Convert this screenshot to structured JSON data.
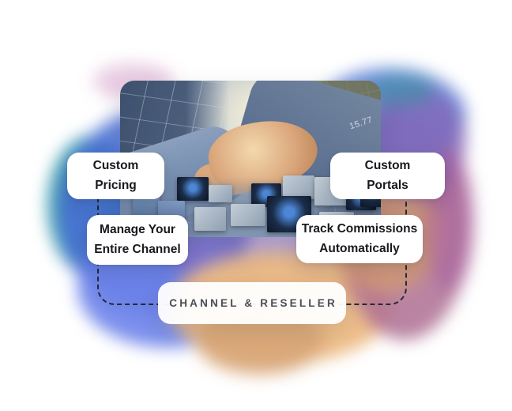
{
  "graphic": {
    "badge": {
      "label": "CHANNEL & RESELLER"
    },
    "feature_cards": {
      "custom_pricing": {
        "line1": "Custom",
        "line2": "Pricing"
      },
      "custom_portals": {
        "line1": "Custom",
        "line2": "Portals"
      },
      "manage_channel": {
        "line1": "Manage Your",
        "line2": "Entire Channel"
      },
      "track_commissions": {
        "line1": "Track Commissions",
        "line2": "Automatically"
      }
    },
    "photo": {
      "ticker_value": "15.77"
    },
    "colors": {
      "blob_teal": "#2d97a8",
      "blob_blue": "#4a6fd6",
      "blob_periwinkle": "#6d83ea",
      "blob_purple": "#9070c2",
      "blob_peach": "#ecba84",
      "blob_rose": "#ad6e92",
      "blob_orange": "#d99f6e",
      "blob_magenta": "#a85f9e",
      "card_text": "#16181c",
      "badge_text": "#4a4e55",
      "dashed_line": "#262b33"
    }
  }
}
